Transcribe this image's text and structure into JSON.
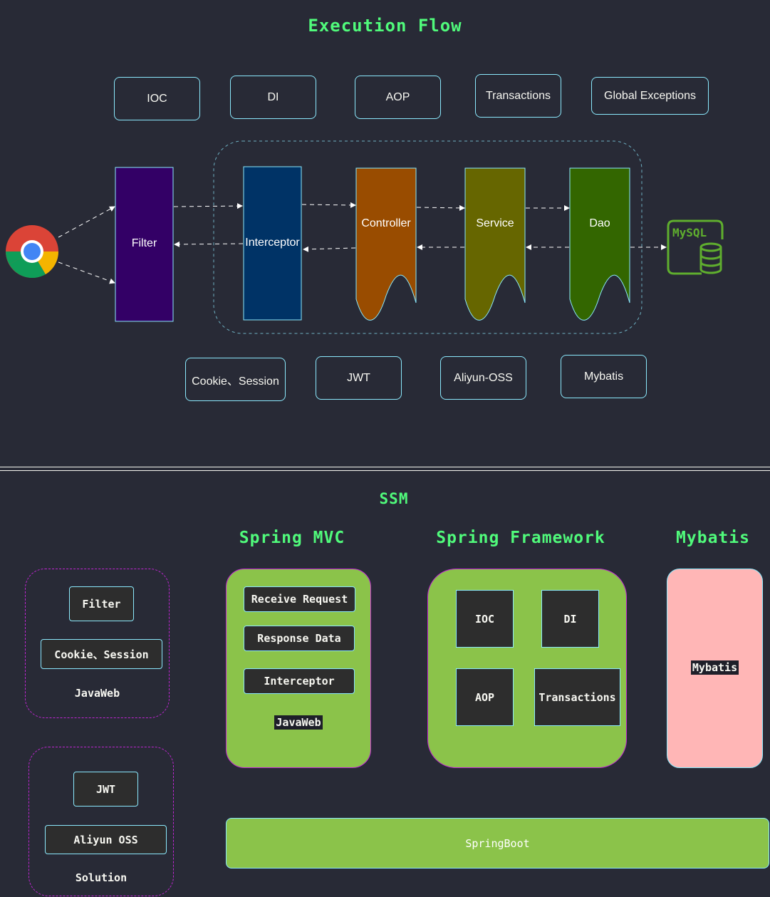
{
  "flow": {
    "title": "Execution Flow",
    "top_tech": [
      "IOC",
      "DI",
      "AOP",
      "Transactions",
      "Global Exceptions"
    ],
    "layers": [
      "Filter",
      "Interceptor",
      "Controller",
      "Service",
      "Dao"
    ],
    "bottom_tech": [
      "Cookie、Session",
      "JWT",
      "Aliyun-OSS",
      "Mybatis"
    ],
    "db_label": "MySQL",
    "colors": {
      "filter": "#330066",
      "interceptor": "#003366",
      "controller": "#994c00",
      "service": "#666600",
      "dao": "#336600"
    }
  },
  "ssm": {
    "title": "SSM",
    "headers": [
      "Spring MVC",
      "Spring Framework",
      "Mybatis"
    ],
    "javaweb_group": {
      "items": [
        "Filter",
        "Cookie、Session"
      ],
      "label": "JavaWeb"
    },
    "solution_group": {
      "items": [
        "JWT",
        "Aliyun OSS"
      ],
      "label": "Solution"
    },
    "mvc": {
      "items": [
        "Receive Request",
        "Response Data",
        "Interceptor"
      ],
      "label": "JavaWeb"
    },
    "framework": {
      "items": [
        "IOC",
        "DI",
        "AOP",
        "Transactions"
      ]
    },
    "mybatis": {
      "label": "Mybatis"
    },
    "springboot": "SpringBoot",
    "colors": {
      "green": "#8bc34a",
      "pink": "#ffb6b6"
    }
  }
}
